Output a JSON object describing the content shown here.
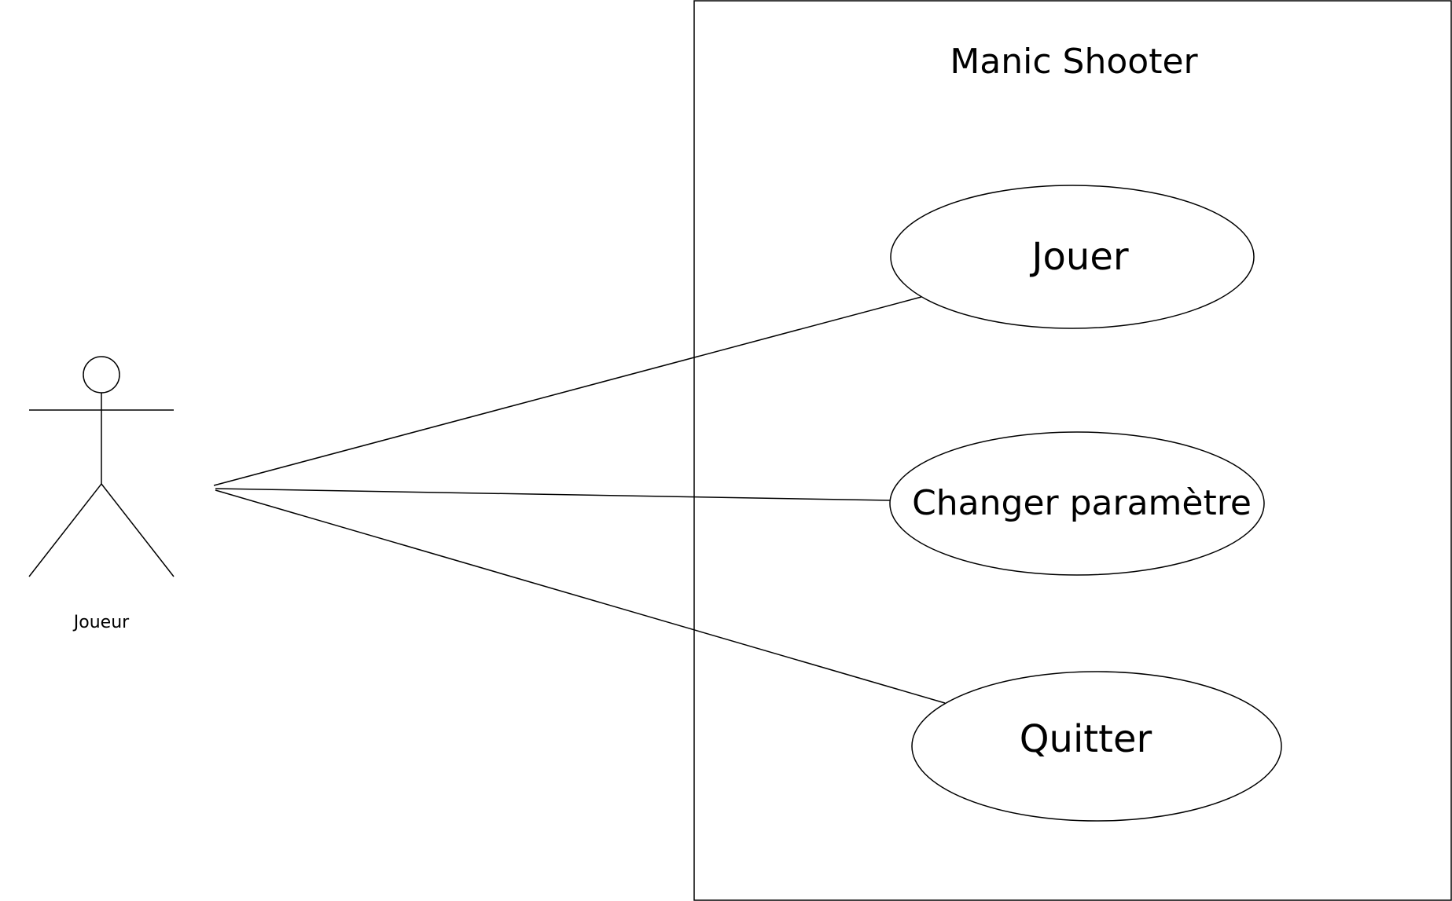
{
  "diagram": {
    "system": {
      "title": "Manic Shooter"
    },
    "actor": {
      "label": "Joueur"
    },
    "use_cases": [
      {
        "label": "Jouer"
      },
      {
        "label": "Changer paramètre"
      },
      {
        "label": "Quitter"
      }
    ]
  }
}
